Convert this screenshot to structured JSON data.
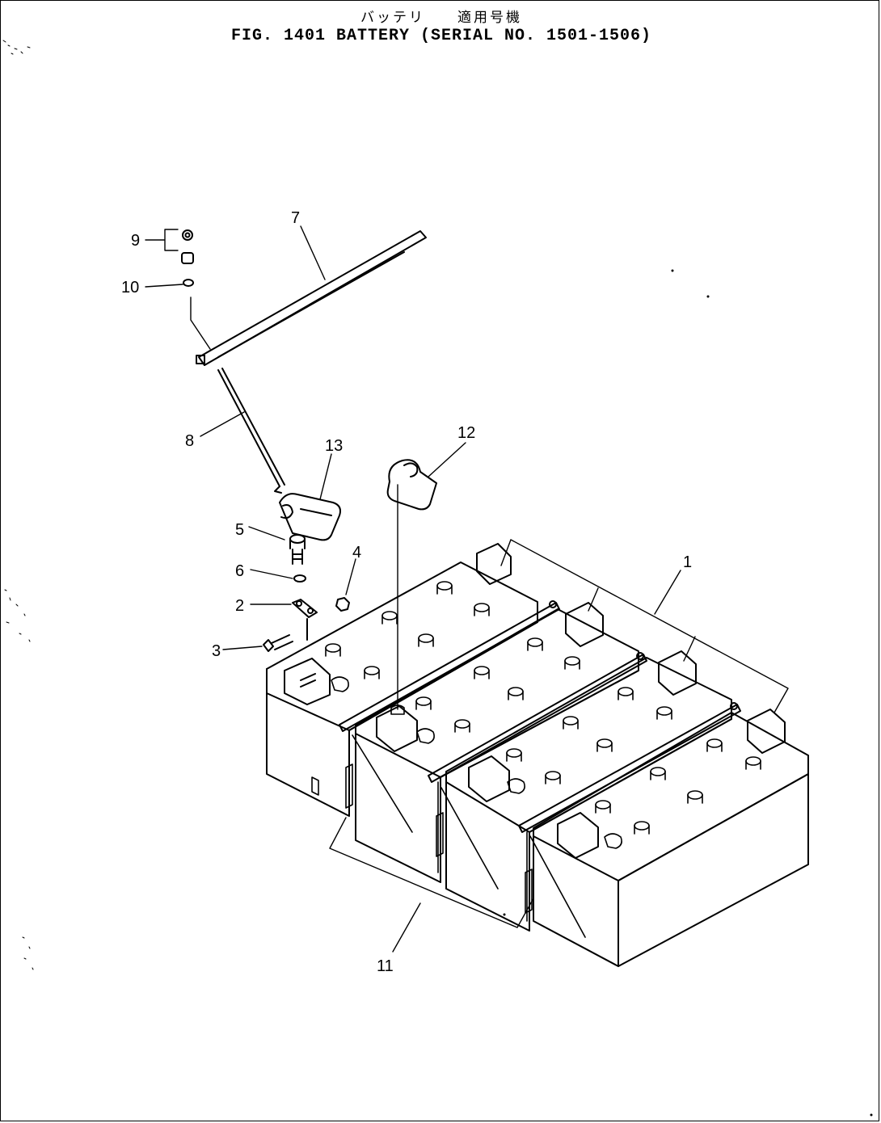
{
  "header": {
    "title_jp": "バッテリ　　適用号機",
    "title": "FIG. 1401   BATTERY (SERIAL NO. 1501-1506)"
  },
  "callouts": {
    "c1": "1",
    "c2": "2",
    "c3": "3",
    "c4": "4",
    "c5": "5",
    "c6": "6",
    "c7": "7",
    "c8": "8",
    "c9": "9",
    "c10": "10",
    "c11": "11",
    "c12": "12",
    "c13": "13"
  }
}
